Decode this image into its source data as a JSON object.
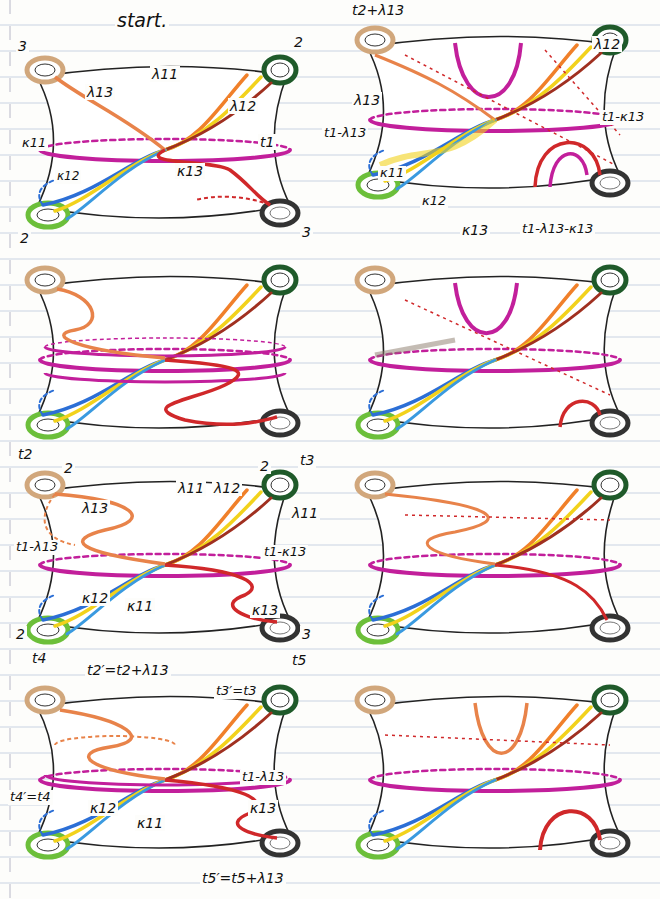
{
  "diagram": {
    "labels": [
      "start.",
      "3",
      "2",
      "λ13",
      "λ11",
      "λ12",
      "t1",
      "κ11",
      "κ12",
      "κ13",
      "2",
      "3",
      "t2+λ13",
      "λ13",
      "λ12",
      "t1-λ13",
      "t1-κ13",
      "κ11",
      "κ12",
      "κ13",
      "t1-λ13-κ13",
      "t2",
      "2",
      "λ13",
      "λ11",
      "λ12",
      "2",
      "t3",
      "λ11",
      "t1-λ13",
      "t1-κ13",
      "κ12",
      "κ11",
      "κ13",
      "2",
      "t4",
      "3",
      "t5",
      "t2′=t2+λ13",
      "t3′=t3",
      "t1-λ13",
      "t4′=t4",
      "κ12",
      "κ11",
      "κ13",
      "t5′=t5+λ13"
    ]
  }
}
